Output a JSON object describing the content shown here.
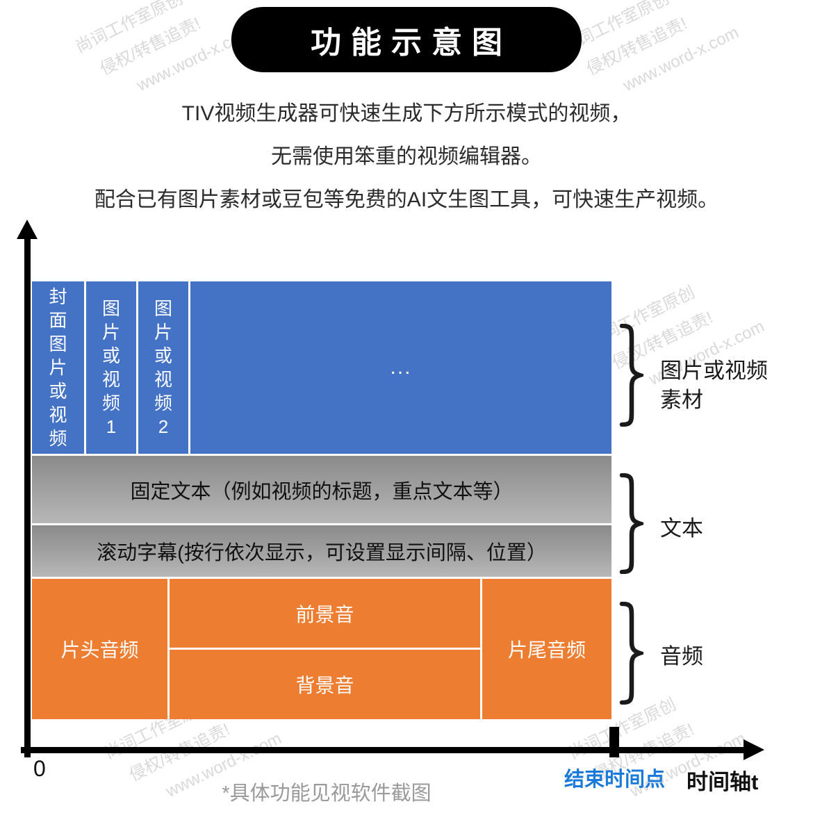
{
  "banner": {
    "title": "功能示意图"
  },
  "description": {
    "line1": "TIV视频生成器可快速生成下方所示模式的视频，",
    "line2": "无需使用笨重的视频编辑器。",
    "line3": "配合已有图片素材或豆包等免费的AI文生图工具，可快速生产视频。"
  },
  "diagram": {
    "media_row": {
      "cover": "封面图片或视频",
      "segment1": "图片或视频1",
      "segment2": "图片或视频2",
      "ellipsis": "..."
    },
    "text_rows": {
      "fixed_text": "固定文本（例如视频的标题，重点文本等）",
      "scrolling_text": "滚动字幕(按行依次显示，可设置显示间隔、位置）"
    },
    "audio_row": {
      "intro": "片头音频",
      "foreground": "前景音",
      "background": "背景音",
      "outro": "片尾音频"
    },
    "braces": {
      "media_label_line1": "图片或视频",
      "media_label_line2": "素材",
      "text_label": "文本",
      "audio_label": "音频"
    },
    "axis": {
      "origin": "0",
      "end_point": "结束时间点",
      "time_axis": "时间轴t"
    }
  },
  "footnote": "*具体功能见视软件截图",
  "watermark": {
    "line1": "尚词工作室原创",
    "line2": "侵权/转售追责!",
    "line3": "www.word-x.com"
  },
  "colors": {
    "media_blue": "#4472c4",
    "gray_bar": "#9a9a9a",
    "audio_orange": "#ed7d31",
    "end_point_blue": "#1a7ad9",
    "banner_black": "#000000"
  }
}
